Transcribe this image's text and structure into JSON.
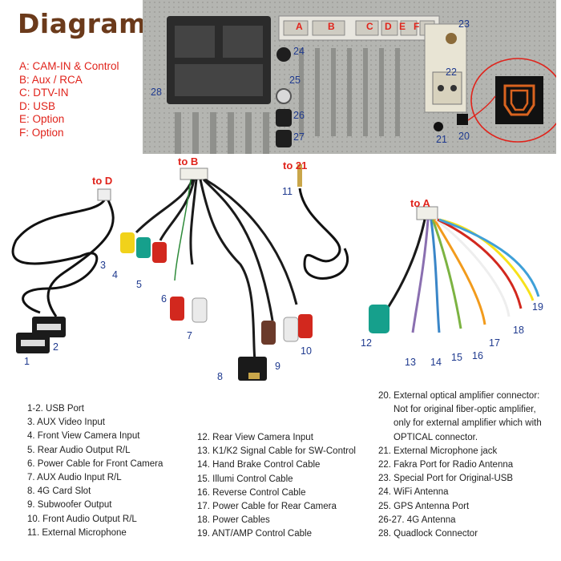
{
  "title": "Diagram",
  "legend": [
    "A: CAM-IN & Control",
    "B: Aux / RCA",
    "C: DTV-IN",
    "D: USB",
    "E: Option",
    "F: Option"
  ],
  "port_letters": [
    "A",
    "B",
    "C",
    "D",
    "E",
    "F"
  ],
  "port_numbers": {
    "n20": "20",
    "n21": "21",
    "n22": "22",
    "n23": "23",
    "n24": "24",
    "n25": "25",
    "n26": "26",
    "n27": "27",
    "n28": "28"
  },
  "targets": {
    "to_d": "to D",
    "to_b": "to B",
    "to_21": "to 21",
    "to_a": "to A"
  },
  "cable_numbers": {
    "c1": "1",
    "c2": "2",
    "c3": "3",
    "c4": "4",
    "c5": "5",
    "c6": "6",
    "c7": "7",
    "c8": "8",
    "c9": "9",
    "c10": "10",
    "c11": "11",
    "c12": "12",
    "c13": "13",
    "c14": "14",
    "c15": "15",
    "c16": "16",
    "c17": "17",
    "c18": "18",
    "c19": "19"
  },
  "list_left": [
    "1-2. USB Port",
    "3. AUX Video Input",
    "4. Front View Camera Input",
    "5. Rear Audio Output R/L",
    "6. Power Cable for Front Camera",
    "7. AUX Audio Input R/L",
    "8. 4G Card Slot",
    "9. Subwoofer Output",
    "10. Front Audio Output R/L",
    "11. External Microphone"
  ],
  "list_middle": [
    "12. Rear View Camera Input",
    "13. K1/K2 Signal Cable for SW-Control",
    "14. Hand Brake Control Cable",
    "15. Illumi Control Cable",
    "16. Reverse Control Cable",
    "17. Power Cable for Rear Camera",
    "18. Power Cables",
    "19. ANT/AMP Control Cable"
  ],
  "list_right": [
    "20. External optical amplifier connector:",
    "Not for original fiber-optic amplifier,",
    "only for external amplifier which with",
    "OPTICAL connector.",
    "21. External Microphone jack",
    "22. Fakra Port for Radio Antenna",
    "23. Special Port for Original-USB",
    "24. WiFi Antenna",
    "25. GPS Antenna Port",
    "26-27. 4G Antenna",
    "28. Quadlock Connector"
  ],
  "colors": {
    "title": "#6b3a1b",
    "legend": "#e0231b",
    "numbers": "#1f3a8f",
    "highlight_circle": "#e0231b",
    "optical_port": "#d9631f"
  }
}
